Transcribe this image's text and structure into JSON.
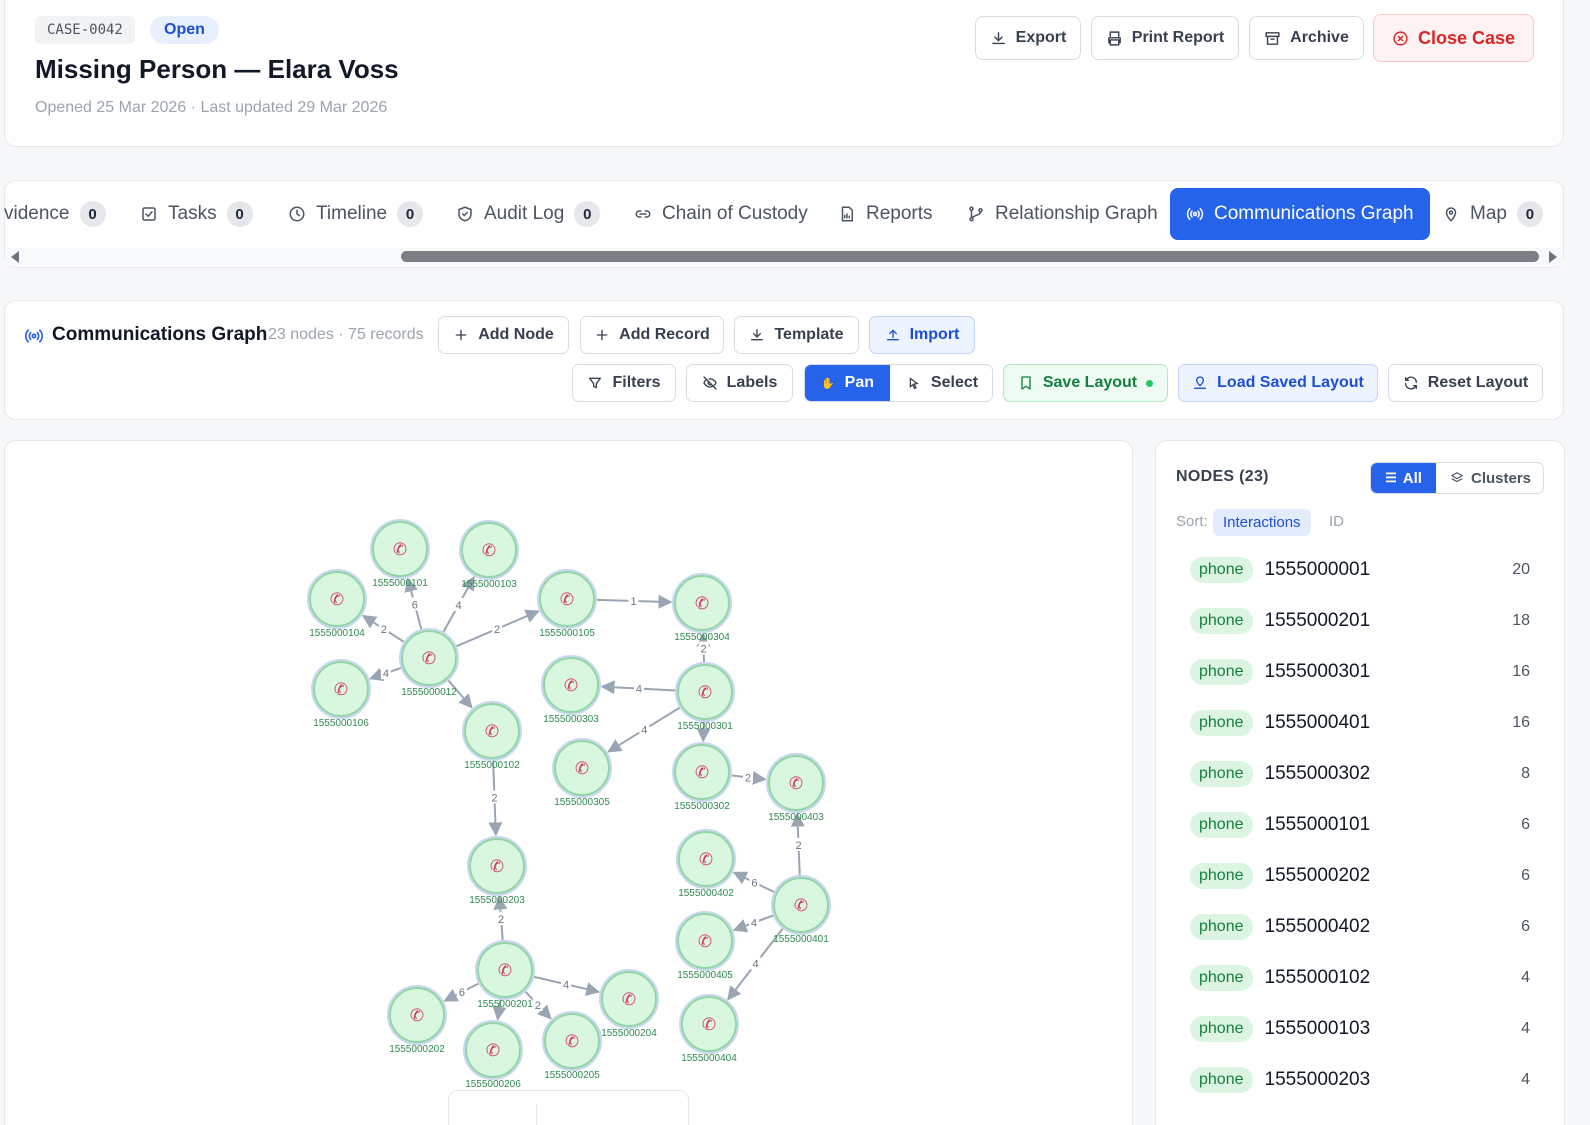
{
  "case": {
    "id": "CASE-0042",
    "status": "Open",
    "title": "Missing Person — Elara Voss",
    "meta": "Opened 25 Mar 2026 · Last updated 29 Mar 2026"
  },
  "header_actions": {
    "export": "Export",
    "print": "Print Report",
    "archive": "Archive",
    "close": "Close Case"
  },
  "tabs": [
    {
      "label": "vidence",
      "count": "0"
    },
    {
      "label": "Tasks",
      "count": "0"
    },
    {
      "label": "Timeline",
      "count": "0"
    },
    {
      "label": "Audit Log",
      "count": "0"
    },
    {
      "label": "Chain of Custody"
    },
    {
      "label": "Reports"
    },
    {
      "label": "Relationship Graph"
    },
    {
      "label": "Communications Graph"
    },
    {
      "label": "Map",
      "count": "0"
    }
  ],
  "toolbar": {
    "title": "Communications Graph",
    "summary": "23 nodes · 75 records",
    "add_node": "Add Node",
    "add_record": "Add Record",
    "template": "Template",
    "import": "Import",
    "filters": "Filters",
    "labels": "Labels",
    "pan": "Pan",
    "select": "Select",
    "save_layout": "Save Layout",
    "load_layout": "Load Saved Layout",
    "reset_layout": "Reset Layout"
  },
  "graph": {
    "nodes": [
      {
        "id": "1555000101"
      },
      {
        "id": "1555000103"
      },
      {
        "id": "1555000104"
      },
      {
        "id": "1555000012"
      },
      {
        "id": "1555000106"
      },
      {
        "id": "1555000105"
      },
      {
        "id": "1555000304"
      },
      {
        "id": "1555000102"
      },
      {
        "id": "1555000303"
      },
      {
        "id": "1555000301"
      },
      {
        "id": "1555000305"
      },
      {
        "id": "1555000302"
      },
      {
        "id": "1555000403"
      },
      {
        "id": "1555000203"
      },
      {
        "id": "1555000402"
      },
      {
        "id": "1555000401"
      },
      {
        "id": "1555000405"
      },
      {
        "id": "1555000201"
      },
      {
        "id": "1555000204"
      },
      {
        "id": "1555000202"
      },
      {
        "id": "1555000206"
      },
      {
        "id": "1555000205"
      },
      {
        "id": "1555000404"
      }
    ],
    "edges": [
      {
        "from": "1555000012",
        "to": "1555000101",
        "label": "6"
      },
      {
        "from": "1555000012",
        "to": "1555000103",
        "label": "4"
      },
      {
        "from": "1555000012",
        "to": "1555000104",
        "label": "2"
      },
      {
        "from": "1555000012",
        "to": "1555000106",
        "label": "4"
      },
      {
        "from": "1555000012",
        "to": "1555000105",
        "label": "2"
      },
      {
        "from": "1555000012",
        "to": "1555000102",
        "label": ""
      },
      {
        "from": "1555000105",
        "to": "1555000304",
        "label": "1"
      },
      {
        "from": "1555000301",
        "to": "1555000304",
        "label": "2"
      },
      {
        "from": "1555000301",
        "to": "1555000303",
        "label": "4"
      },
      {
        "from": "1555000301",
        "to": "1555000305",
        "label": "4"
      },
      {
        "from": "1555000301",
        "to": "1555000302",
        "label": ""
      },
      {
        "from": "1555000302",
        "to": "1555000403",
        "label": "2"
      },
      {
        "from": "1555000102",
        "to": "1555000203",
        "label": "2"
      },
      {
        "from": "1555000401",
        "to": "1555000403",
        "label": "2"
      },
      {
        "from": "1555000401",
        "to": "1555000402",
        "label": "6"
      },
      {
        "from": "1555000401",
        "to": "1555000405",
        "label": "4"
      },
      {
        "from": "1555000401",
        "to": "1555000404",
        "label": "4"
      },
      {
        "from": "1555000201",
        "to": "1555000203",
        "label": "2"
      },
      {
        "from": "1555000201",
        "to": "1555000204",
        "label": "4"
      },
      {
        "from": "1555000201",
        "to": "1555000202",
        "label": "6"
      },
      {
        "from": "1555000201",
        "to": "1555000206",
        "label": ""
      },
      {
        "from": "1555000201",
        "to": "1555000205",
        "label": "2"
      }
    ]
  },
  "panel": {
    "heading": "NODES (23)",
    "all": "All",
    "clusters": "Clusters",
    "sort_label": "Sort:",
    "sort_interactions": "Interactions",
    "sort_id": "ID",
    "rows": [
      {
        "type": "phone",
        "number": "1555000001",
        "count": "20"
      },
      {
        "type": "phone",
        "number": "1555000201",
        "count": "18"
      },
      {
        "type": "phone",
        "number": "1555000301",
        "count": "16"
      },
      {
        "type": "phone",
        "number": "1555000401",
        "count": "16"
      },
      {
        "type": "phone",
        "number": "1555000302",
        "count": "8"
      },
      {
        "type": "phone",
        "number": "1555000101",
        "count": "6"
      },
      {
        "type": "phone",
        "number": "1555000202",
        "count": "6"
      },
      {
        "type": "phone",
        "number": "1555000402",
        "count": "6"
      },
      {
        "type": "phone",
        "number": "1555000102",
        "count": "4"
      },
      {
        "type": "phone",
        "number": "1555000103",
        "count": "4"
      },
      {
        "type": "phone",
        "number": "1555000203",
        "count": "4"
      }
    ]
  },
  "colors": {
    "accent": "#2563eb",
    "danger": "#dc2626",
    "node_fill": "#d9f7df",
    "node_stroke": "#8fd6a4",
    "node_icon": "#d6336c",
    "edge": "#9aa5b4"
  }
}
